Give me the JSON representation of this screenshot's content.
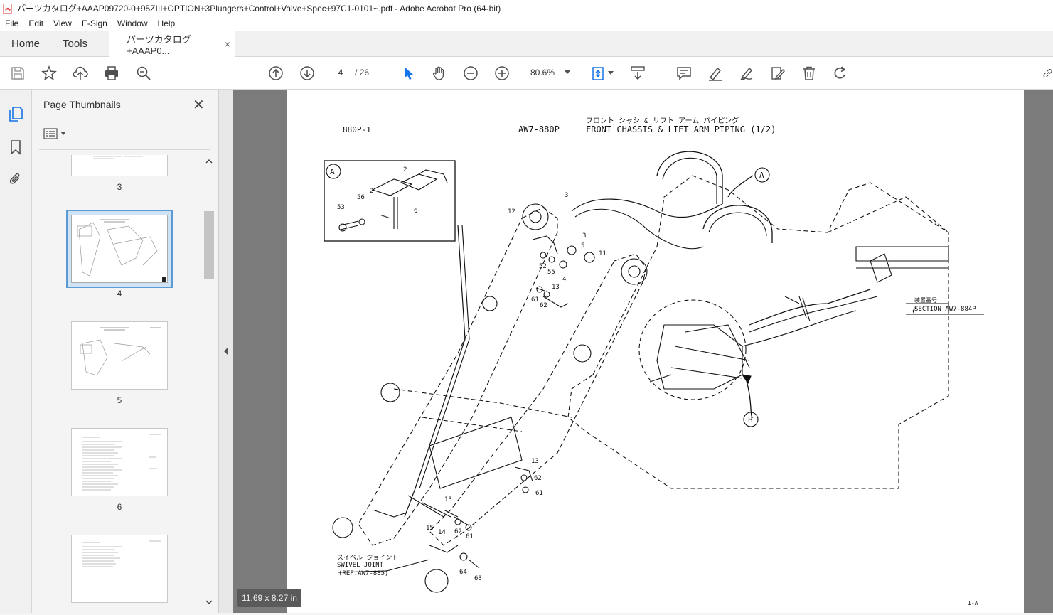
{
  "window": {
    "title": "パーツカタログ+AAAP09720-0+95ZIII+OPTION+3Plungers+Control+Valve+Spec+97C1-0101~.pdf - Adobe Acrobat Pro (64-bit)"
  },
  "menu": [
    "File",
    "Edit",
    "View",
    "E-Sign",
    "Window",
    "Help"
  ],
  "tabs": {
    "home": "Home",
    "tools": "Tools",
    "document": "パーツカタログ+AAAP0...",
    "close_glyph": "×"
  },
  "toolbar": {
    "page_current": "4",
    "page_total": "/ 26",
    "zoom": "80.6%"
  },
  "sidepanel": {
    "title": "Page Thumbnails",
    "close_glyph": "✕",
    "thumbnails": [
      {
        "label": "3"
      },
      {
        "label": "4",
        "selected": true
      },
      {
        "label": "5"
      },
      {
        "label": "6"
      },
      {
        "label": ""
      }
    ]
  },
  "document": {
    "page_size": "11.69 x 8.27 in",
    "drawing": {
      "code_left": "880P-1",
      "code_mid": "AW7-880P",
      "title_jp": "フロント シャシ & リフト アーム パイピング",
      "title_en": "FRONT CHASSIS & LIFT ARM PIPING (1/2)",
      "detail_label": "A",
      "callout_a": "A",
      "callout_b": "B",
      "section_jp": "装置番号",
      "section_ref": "SECTION AW7-884P",
      "swivel_jp": "スイベル ジョイント",
      "swivel_en": "SWIVEL JOINT",
      "swivel_ref": "(REF.AW7-885)",
      "page_code": "1-A",
      "detail_parts": [
        "2",
        "2",
        "56",
        "53",
        "6"
      ],
      "parts": [
        "12",
        "3",
        "3",
        "5",
        "11",
        "52",
        "55",
        "4",
        "13",
        "61",
        "62",
        "13",
        "62",
        "61",
        "13",
        "62",
        "61",
        "15",
        "14",
        "64",
        "63"
      ]
    }
  },
  "colors": {
    "accent": "#1473e6",
    "toolbar_icon": "#505050",
    "doc_bg": "#7b7b7b"
  }
}
